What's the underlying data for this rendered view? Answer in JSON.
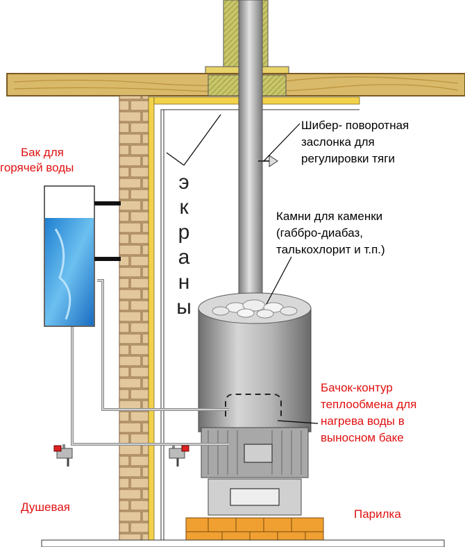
{
  "labels": {
    "tank_title": [
      "Бак для",
      "горячей воды"
    ],
    "damper": [
      "Шибер- поворотная",
      "заслонка для",
      "регулировки тяги"
    ],
    "stones": [
      "Камни для каменки",
      "(габбро-диабаз,",
      "талькохлорит и т.п.)"
    ],
    "heat_exchanger": [
      "Бачок-контур",
      "теплообмена для",
      "нагрева воды в",
      "выносном баке"
    ],
    "shower_room": "Душевая",
    "steam_room": "Парилка",
    "screens_letters": [
      "э",
      "к",
      "р",
      "а",
      "н",
      "ы"
    ]
  },
  "colors": {
    "label_red": "#e01010",
    "label_black": "#000000",
    "ceiling_wood": "#d9b96a",
    "brick": "#d9b88a",
    "water": "#3a9be0",
    "stove_metal": "#9a9a9a",
    "pipe_metal": "#b8b8b8",
    "screen_yellow": "#f2d24a",
    "hearth_brick": "#f0a030"
  }
}
